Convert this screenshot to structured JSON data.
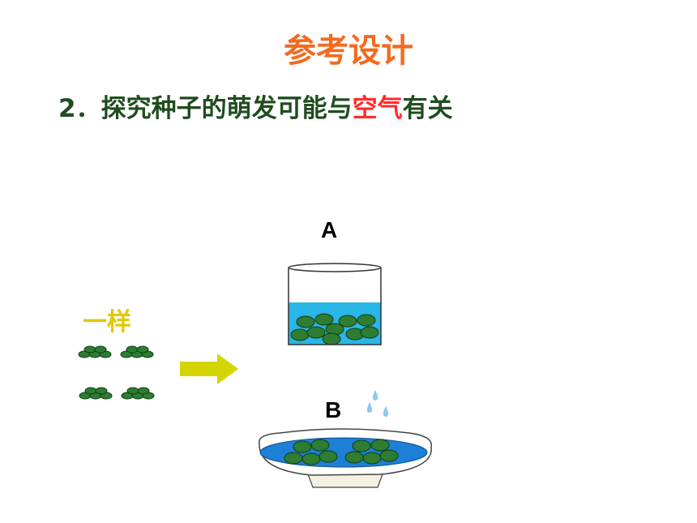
{
  "slide": {
    "title": "参考设计",
    "subtitle_prefix": "2．探究种子的萌发可能与",
    "subtitle_highlight": "空气",
    "subtitle_suffix": "有关",
    "label_same": "一样",
    "label_a": "A",
    "label_b": "B"
  },
  "colors": {
    "title": "#f26b21",
    "subtitle": "#1f4d1f",
    "highlight": "#ff2a2a",
    "same": "#e2c800",
    "seed": "#2e7d32",
    "water_cup": "#29b6e8",
    "water_dish": "#1e7fd6",
    "arrow": "#d4d400"
  }
}
